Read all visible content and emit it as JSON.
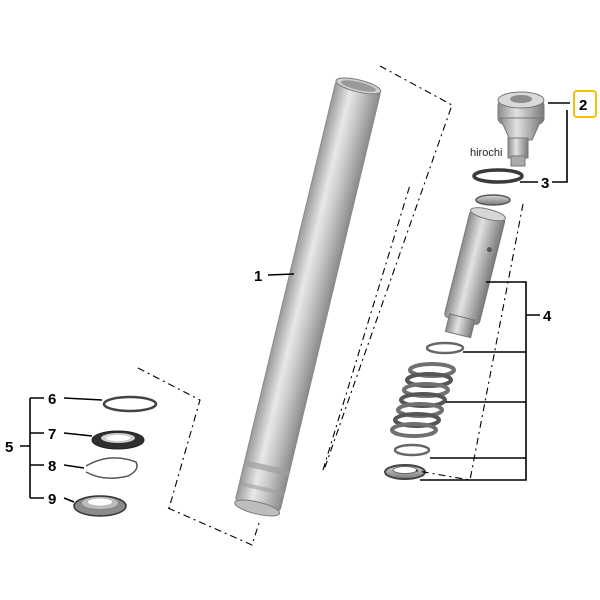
{
  "diagram": {
    "callouts": {
      "c1": "1",
      "c2": "2",
      "c3": "3",
      "c4": "4",
      "c5": "5",
      "c6": "6",
      "c7": "7",
      "c8": "8",
      "c9": "9"
    },
    "watermark": "hirochi",
    "colors": {
      "metal_light": "#e6e6e6",
      "metal_mid": "#b4b4b4",
      "metal_dark": "#6e6e6e",
      "rubber": "#3a3a3a",
      "highlight_box": "#f2c200"
    }
  }
}
